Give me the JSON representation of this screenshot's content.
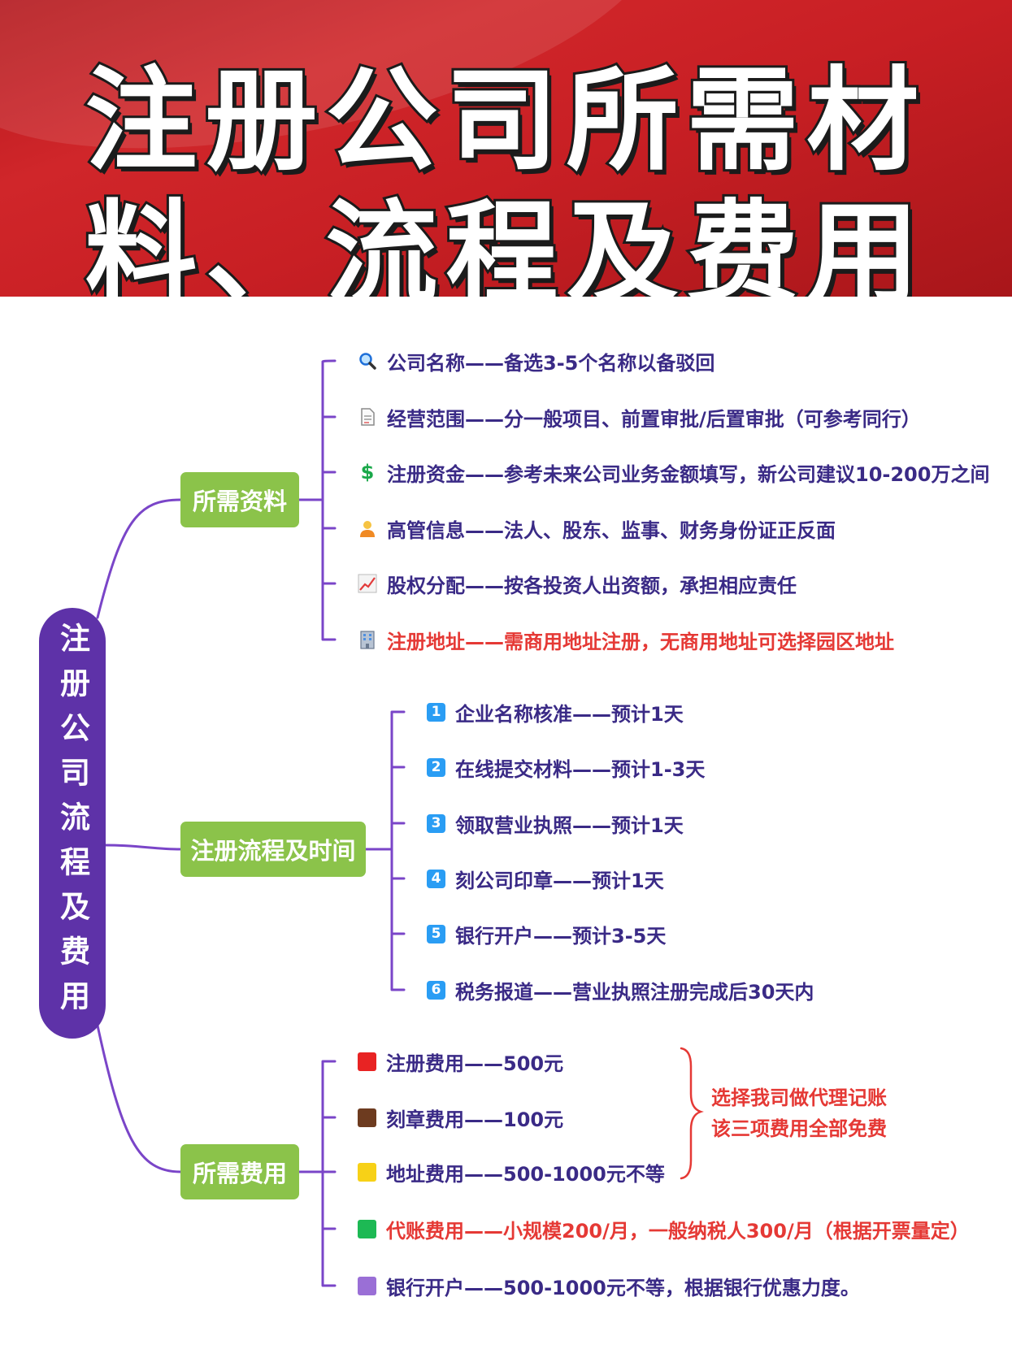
{
  "header": {
    "title_line1": "注册公司所需材",
    "title_line2": "料、流程及费用"
  },
  "root_label": "注册公司流程及费用",
  "categories": [
    {
      "label": "所需资料",
      "items": [
        {
          "icon": "magnifier-icon",
          "text": "公司名称——备选3-5个名称以备驳回"
        },
        {
          "icon": "document-icon",
          "text": "经营范围——分一般项目、前置审批/后置审批（可参考同行）"
        },
        {
          "icon": "dollar-icon",
          "text": "注册资金——参考未来公司业务金额填写，新公司建议10-200万之间"
        },
        {
          "icon": "person-icon",
          "text": "高管信息——法人、股东、监事、财务身份证正反面"
        },
        {
          "icon": "chart-increasing-icon",
          "text": "股权分配——按各投资人出资额，承担相应责任"
        },
        {
          "icon": "office-building-icon",
          "text": "注册地址——需商用地址注册，无商用地址可选择园区地址",
          "highlight": true
        }
      ]
    },
    {
      "label": "注册流程及时间",
      "items": [
        {
          "number": "1",
          "text": "企业名称核准——预计1天"
        },
        {
          "number": "2",
          "text": "在线提交材料——预计1-3天"
        },
        {
          "number": "3",
          "text": "领取营业执照——预计1天"
        },
        {
          "number": "4",
          "text": "刻公司印章——预计1天"
        },
        {
          "number": "5",
          "text": "银行开户——预计3-5天"
        },
        {
          "number": "6",
          "text": "税务报道——营业执照注册完成后30天内"
        }
      ]
    },
    {
      "label": "所需费用",
      "items": [
        {
          "color": "#e82323",
          "text": "注册费用——500元"
        },
        {
          "color": "#6d3b1f",
          "text": "刻章费用——100元"
        },
        {
          "color": "#f7d117",
          "text": "地址费用——500-1000元不等"
        },
        {
          "color": "#1db954",
          "text": "代账费用——小规模200/月，一般纳税人300/月（根据开票量定）",
          "highlight": true
        },
        {
          "color": "#9a6fd6",
          "text": "银行开户——500-1000元不等，根据银行优惠力度。"
        }
      ],
      "note": {
        "line1": "选择我司做代理记账",
        "line2": "该三项费用全部免费"
      }
    }
  ],
  "colors": {
    "banner_red": "#c81f24",
    "root_purple": "#5e32a8",
    "category_green": "#8bc34a",
    "connector_purple": "#7a45c8",
    "item_text": "#3a2a86",
    "highlight_red": "#e53935"
  }
}
